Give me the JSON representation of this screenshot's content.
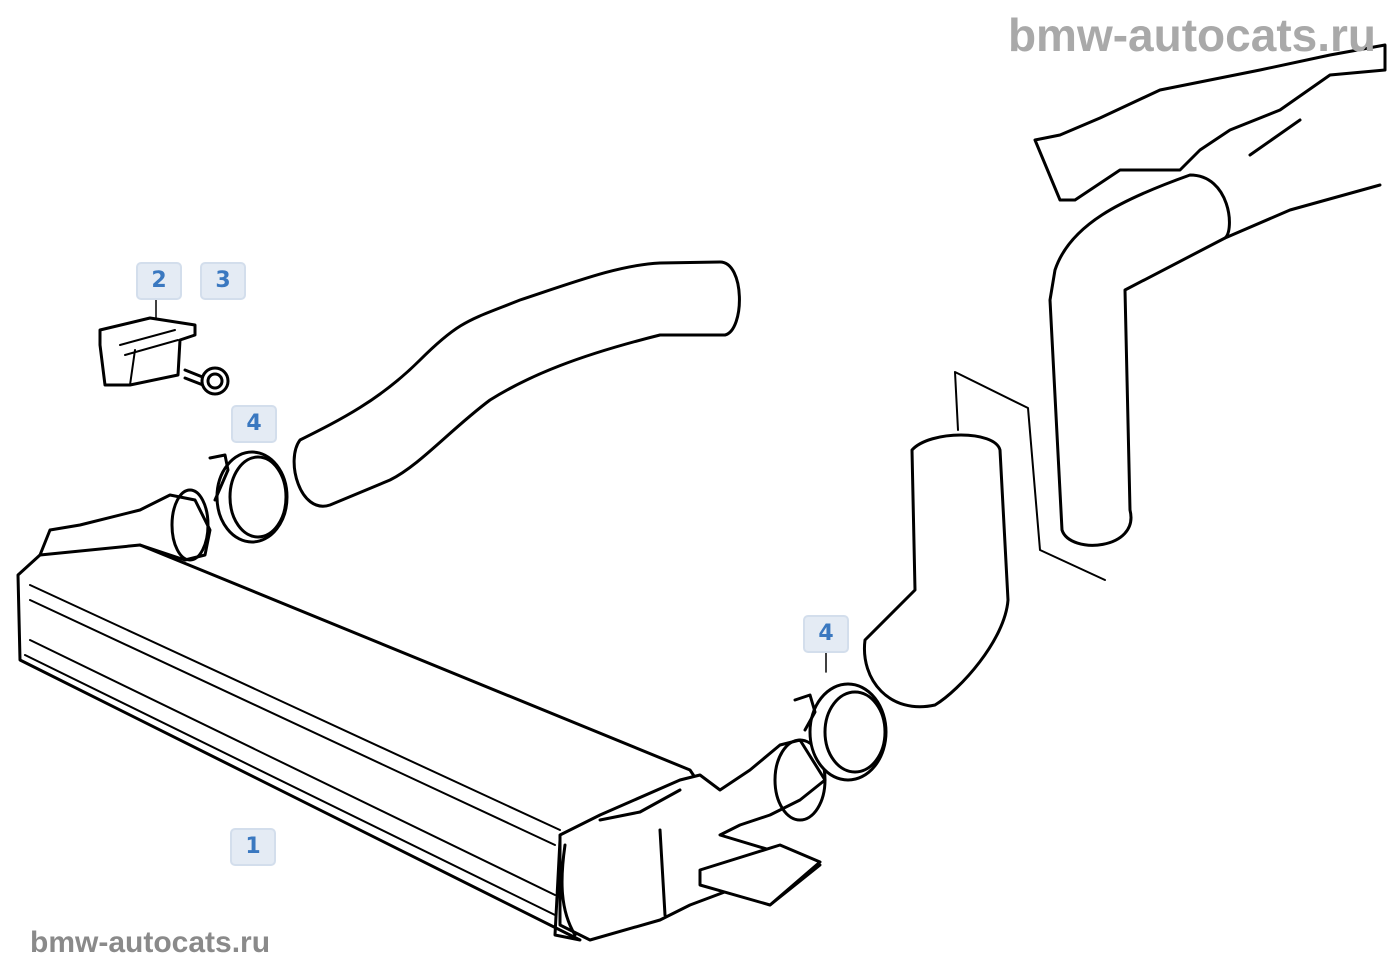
{
  "watermark_top": "bmw-autocats.ru",
  "watermark_bottom": "bmw-autocats.ru",
  "callouts": [
    {
      "label": "2"
    },
    {
      "label": "3"
    },
    {
      "label": "4"
    },
    {
      "label": "4"
    },
    {
      "label": "1"
    }
  ],
  "colors": {
    "callout_text": "#3a78c0",
    "callout_bg": "#e4ebf4",
    "line": "#000000"
  }
}
